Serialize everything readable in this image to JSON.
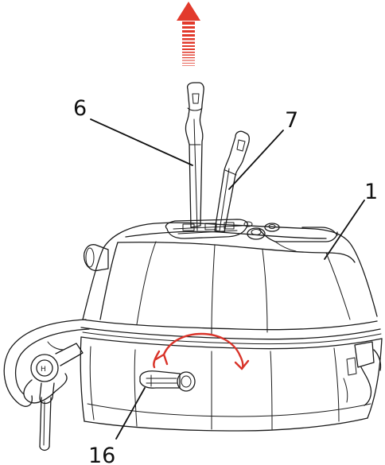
{
  "diagram": {
    "callouts": {
      "handle_left": "6",
      "handle_right": "7",
      "cover": "1",
      "lever": "16"
    },
    "colors": {
      "arrow_red": "#e23a2c",
      "motion_red": "#d9342a",
      "line_black": "#1a1a1a"
    },
    "icons": {
      "pull_up_arrow": "arrow-up-dashed-icon",
      "rotation_arrow": "double-curved-arrow-icon"
    }
  }
}
